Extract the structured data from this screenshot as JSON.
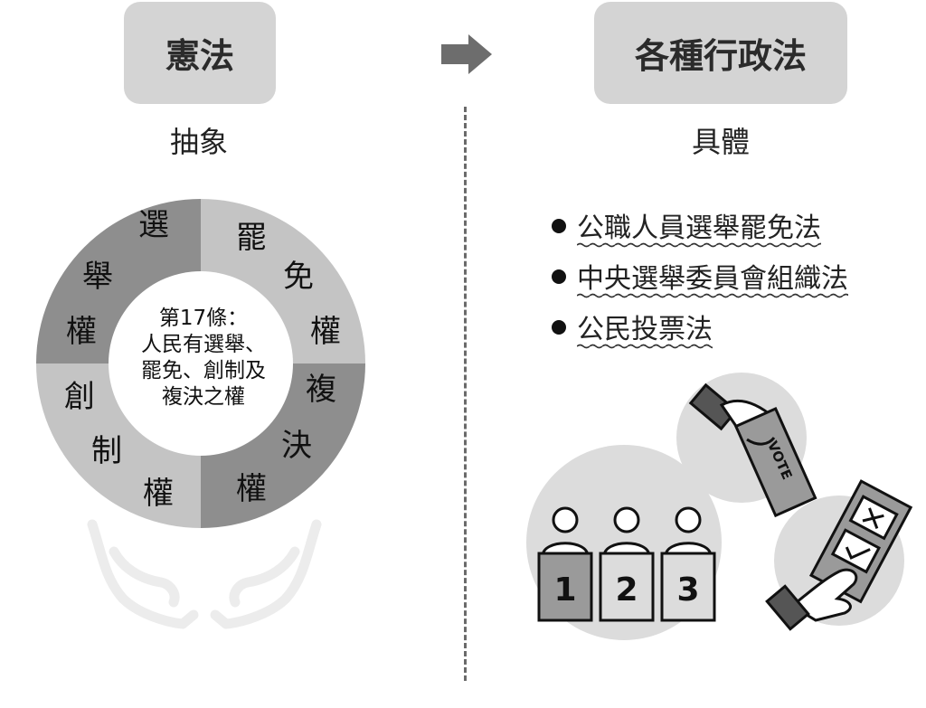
{
  "left": {
    "title": "憲法",
    "subtitle": "抽象",
    "center_lines": [
      "第17條：",
      "人民有選舉、",
      "罷免、創制及",
      "複決之權"
    ],
    "ring": {
      "segments": [
        {
          "name": "選舉權",
          "chars": [
            "選",
            "舉",
            "權"
          ],
          "color": "#8e8e8e"
        },
        {
          "name": "罷免權",
          "chars": [
            "罷",
            "免",
            "權"
          ],
          "color": "#c4c4c4"
        },
        {
          "name": "複決權",
          "chars": [
            "複",
            "決",
            "權"
          ],
          "color": "#8e8e8e"
        },
        {
          "name": "創制權",
          "chars": [
            "創",
            "制",
            "權"
          ],
          "color": "#c4c4c4"
        }
      ]
    },
    "hands_icon": "open-hands-icon"
  },
  "arrow_icon": "right-arrow-icon",
  "right": {
    "title": "各種行政法",
    "subtitle": "具體",
    "laws": [
      "公職人員選舉罷免法",
      "中央選舉委員會組織法",
      "公民投票法"
    ],
    "ballot_text": "VOTE",
    "candidate_numbers": [
      "1",
      "2",
      "3"
    ]
  },
  "colors": {
    "title_bg": "#d4d4d4",
    "ring_dark": "#8e8e8e",
    "ring_light": "#c4c4c4",
    "circle_bg": "#dcdcdc",
    "ink": "#222222"
  }
}
